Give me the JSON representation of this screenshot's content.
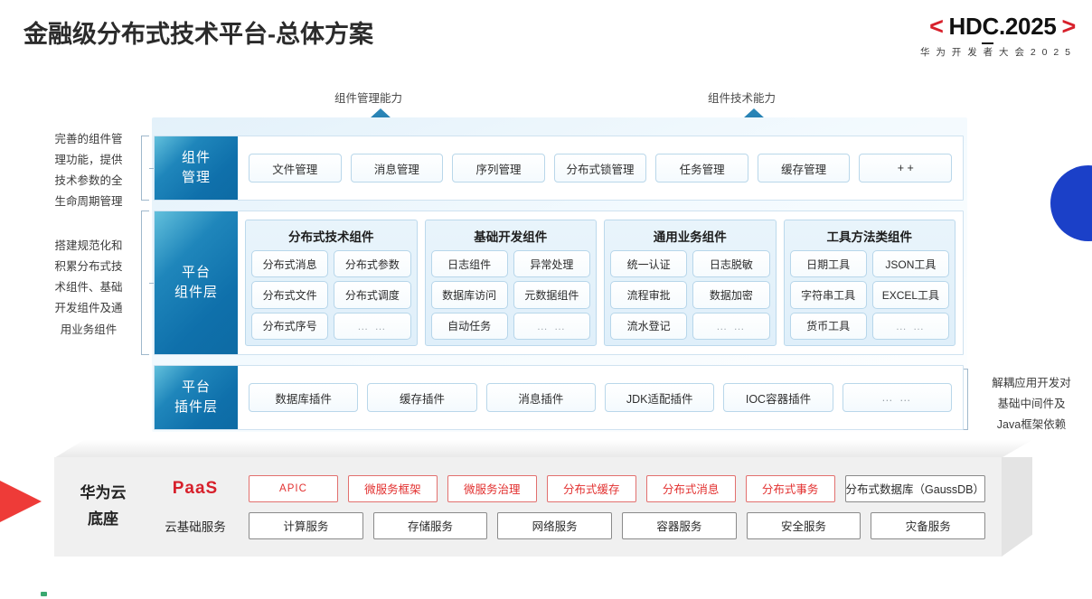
{
  "header": {
    "title": "金融级分布式技术平台-总体方案",
    "logo": {
      "left_bracket": "<",
      "text": "HDC.2025",
      "right_bracket": ">",
      "subtitle": "华 为 开 发 者 大 会 2 0 2 5"
    }
  },
  "arrows": {
    "left_label": "组件管理能力",
    "right_label": "组件技术能力"
  },
  "side_notes": {
    "left_top": "完善的组件管理功能，提供技术参数的全生命周期管理",
    "left_top_lines": [
      "完善的组件管",
      "理功能，提供",
      "技术参数的全",
      "生命周期管理"
    ],
    "left_bottom_lines": [
      "搭建规范化和",
      "积累分布式技",
      "术组件、基础",
      "开发组件及通",
      "用业务组件"
    ],
    "right_lines": [
      "解耦应用开发对",
      "基础中间件及",
      "Java框架依赖"
    ]
  },
  "component_management": {
    "label_lines": [
      "组件",
      "管理"
    ],
    "items": [
      "文件管理",
      "消息管理",
      "序列管理",
      "分布式锁管理",
      "任务管理",
      "缓存管理",
      "+ +"
    ]
  },
  "platform_component_layer": {
    "label_lines": [
      "平台",
      "组件层"
    ],
    "groups": [
      {
        "title": "分布式技术组件",
        "rows": [
          [
            "分布式消息",
            "分布式参数"
          ],
          [
            "分布式文件",
            "分布式调度"
          ],
          [
            "分布式序号",
            "… …"
          ]
        ]
      },
      {
        "title": "基础开发组件",
        "rows": [
          [
            "日志组件",
            "异常处理"
          ],
          [
            "数据库访问",
            "元数据组件"
          ],
          [
            "自动任务",
            "… …"
          ]
        ]
      },
      {
        "title": "通用业务组件",
        "rows": [
          [
            "统一认证",
            "日志脱敏"
          ],
          [
            "流程审批",
            "数据加密"
          ],
          [
            "流水登记",
            "… …"
          ]
        ]
      },
      {
        "title": "工具方法类组件",
        "rows": [
          [
            "日期工具",
            "JSON工具"
          ],
          [
            "字符串工具",
            "EXCEL工具"
          ],
          [
            "货币工具",
            "… …"
          ]
        ]
      }
    ]
  },
  "platform_plugin_layer": {
    "label_lines": [
      "平台",
      "插件层"
    ],
    "items": [
      "数据库插件",
      "缓存插件",
      "消息插件",
      "JDK适配插件",
      "IOC容器插件",
      "… …"
    ]
  },
  "huawei_cloud": {
    "brand_lines": [
      "华为云",
      "底座"
    ],
    "paas_label": "PaaS",
    "cloud_base_label": "云基础服务",
    "paas_items": [
      {
        "label": "APIC",
        "style": "red",
        "size": "small"
      },
      {
        "label": "微服务框架",
        "style": "red",
        "size": "normal"
      },
      {
        "label": "微服务治理",
        "style": "red",
        "size": "normal"
      },
      {
        "label": "分布式缓存",
        "style": "red",
        "size": "normal"
      },
      {
        "label": "分布式消息",
        "style": "red",
        "size": "normal"
      },
      {
        "label": "分布式事务",
        "style": "red",
        "size": "normal"
      },
      {
        "label": "分布式数据库（GaussDB）",
        "style": "gray",
        "size": "wide"
      }
    ],
    "cloud_items": [
      "计算服务",
      "存储服务",
      "网络服务",
      "容器服务",
      "安全服务",
      "灾备服务"
    ]
  },
  "colors": {
    "brand_red": "#d7202b",
    "accent_blue": "#0f70ab",
    "decor_blue": "#1b40c8",
    "decor_red": "#ee3b38"
  }
}
